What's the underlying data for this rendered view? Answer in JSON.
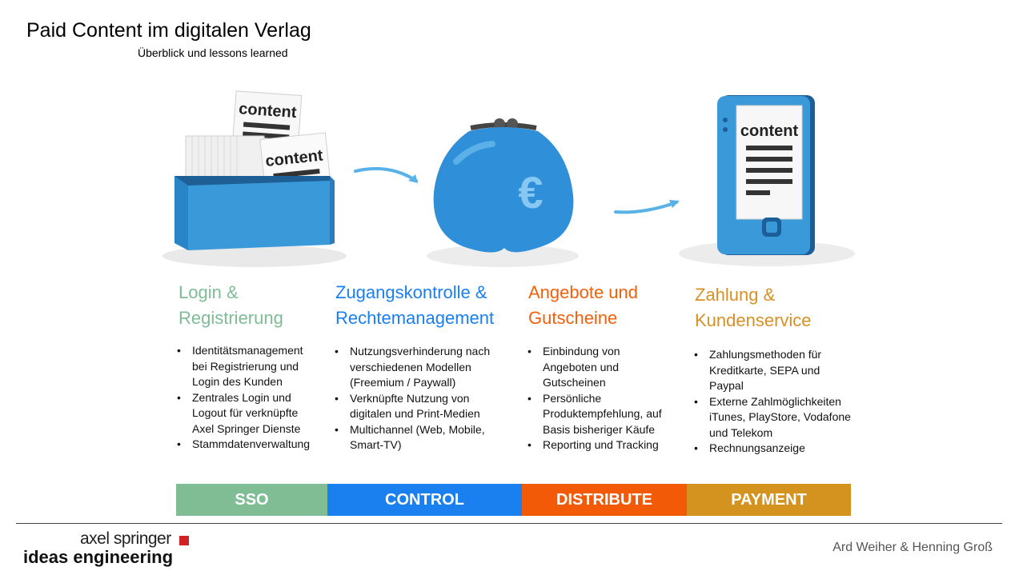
{
  "header": {
    "title": "Paid Content im digitalen Verlag",
    "subtitle": "Überblick und lessons learned"
  },
  "illustrations": {
    "box_card_label": "content",
    "tablet_card_label": "content",
    "purse_symbol": "€"
  },
  "columns": [
    {
      "title_line1": "Login &",
      "title_line2": "Registrierung",
      "color": "#7fbc96",
      "bullets": [
        [
          "Identitätsmanagement",
          "bei Registrierung und",
          "Login des Kunden"
        ],
        [
          "Zentrales Login und",
          "Logout für verknüpfte",
          "Axel Springer Dienste"
        ],
        [
          "Stammdatenverwaltung"
        ]
      ]
    },
    {
      "title_line1": "Zugangskontrolle &",
      "title_line2": "Rechtemanagement",
      "color": "#1a7ff0",
      "bullets": [
        [
          "Nutzungsverhinderung nach",
          "verschiedenen Modellen",
          "(Freemium / Paywall)"
        ],
        [
          "Verknüpfte Nutzung von",
          "digitalen und Print-Medien"
        ],
        [
          "Multichannel (Web, Mobile,",
          "Smart-TV)"
        ]
      ]
    },
    {
      "title_line1": "Angebote und",
      "title_line2": "Gutscheine",
      "color": "#f2600c",
      "bullets": [
        [
          "Einbindung von",
          "Angeboten und",
          "Gutscheinen"
        ],
        [
          "Persönliche",
          "Produktempfehlung, auf",
          "Basis bisheriger Käufe"
        ],
        [
          "Reporting und Tracking"
        ]
      ]
    },
    {
      "title_line1": "Zahlung &",
      "title_line2": "Kundenservice",
      "color": "#d89024",
      "bullets": [
        [
          "Zahlungsmethoden für",
          "Kreditkarte, SEPA und",
          "Paypal"
        ],
        [
          "Externe Zahlmöglichkeiten",
          "iTunes, PlayStore, Vodafone",
          "und Telekom"
        ],
        [
          "Rechnungsanzeige"
        ]
      ]
    }
  ],
  "bars": [
    {
      "label": "SSO",
      "color": "#80bd95"
    },
    {
      "label": "CONTROL",
      "color": "#1a80f0"
    },
    {
      "label": "DISTRIBUTE",
      "color": "#f25a07"
    },
    {
      "label": "PAYMENT",
      "color": "#d4931f"
    }
  ],
  "footer": {
    "logo_line1": "axel springer",
    "logo_line2": "ideas engineering",
    "logo_square_color": "#d11f26",
    "authors": "Ard Weiher & Henning Groß"
  }
}
